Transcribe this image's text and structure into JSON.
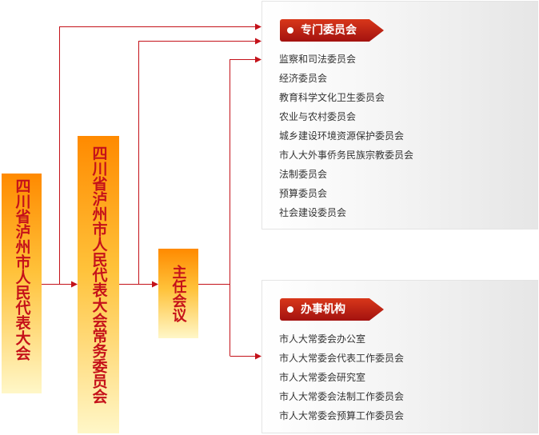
{
  "boxes": {
    "congress": "四川省泸州市人民代表大会",
    "standing_committee": "四川省泸州市人民代表大会常务委员会",
    "chairman_meeting": "主任会议"
  },
  "committees": {
    "title": "专门委员会",
    "items": [
      "监察和司法委员会",
      "经济委员会",
      "教育科学文化卫生委员会",
      "农业与农村委员会",
      "城乡建设环境资源保护委员会",
      "市人大外事侨务民族宗教委员会",
      "法制委员会",
      "预算委员会",
      "社会建设委员会"
    ]
  },
  "offices": {
    "title": "办事机构",
    "items": [
      "市人大常委会办公室",
      "市人大常委会代表工作委员会",
      "市人大常委会研究室",
      "市人大常委会法制工作委员会",
      "市人大常委会预算工作委员会"
    ]
  },
  "colors": {
    "line": "#c4121a",
    "box_text": "#c5121a",
    "tag_bg": "#b51d12"
  }
}
